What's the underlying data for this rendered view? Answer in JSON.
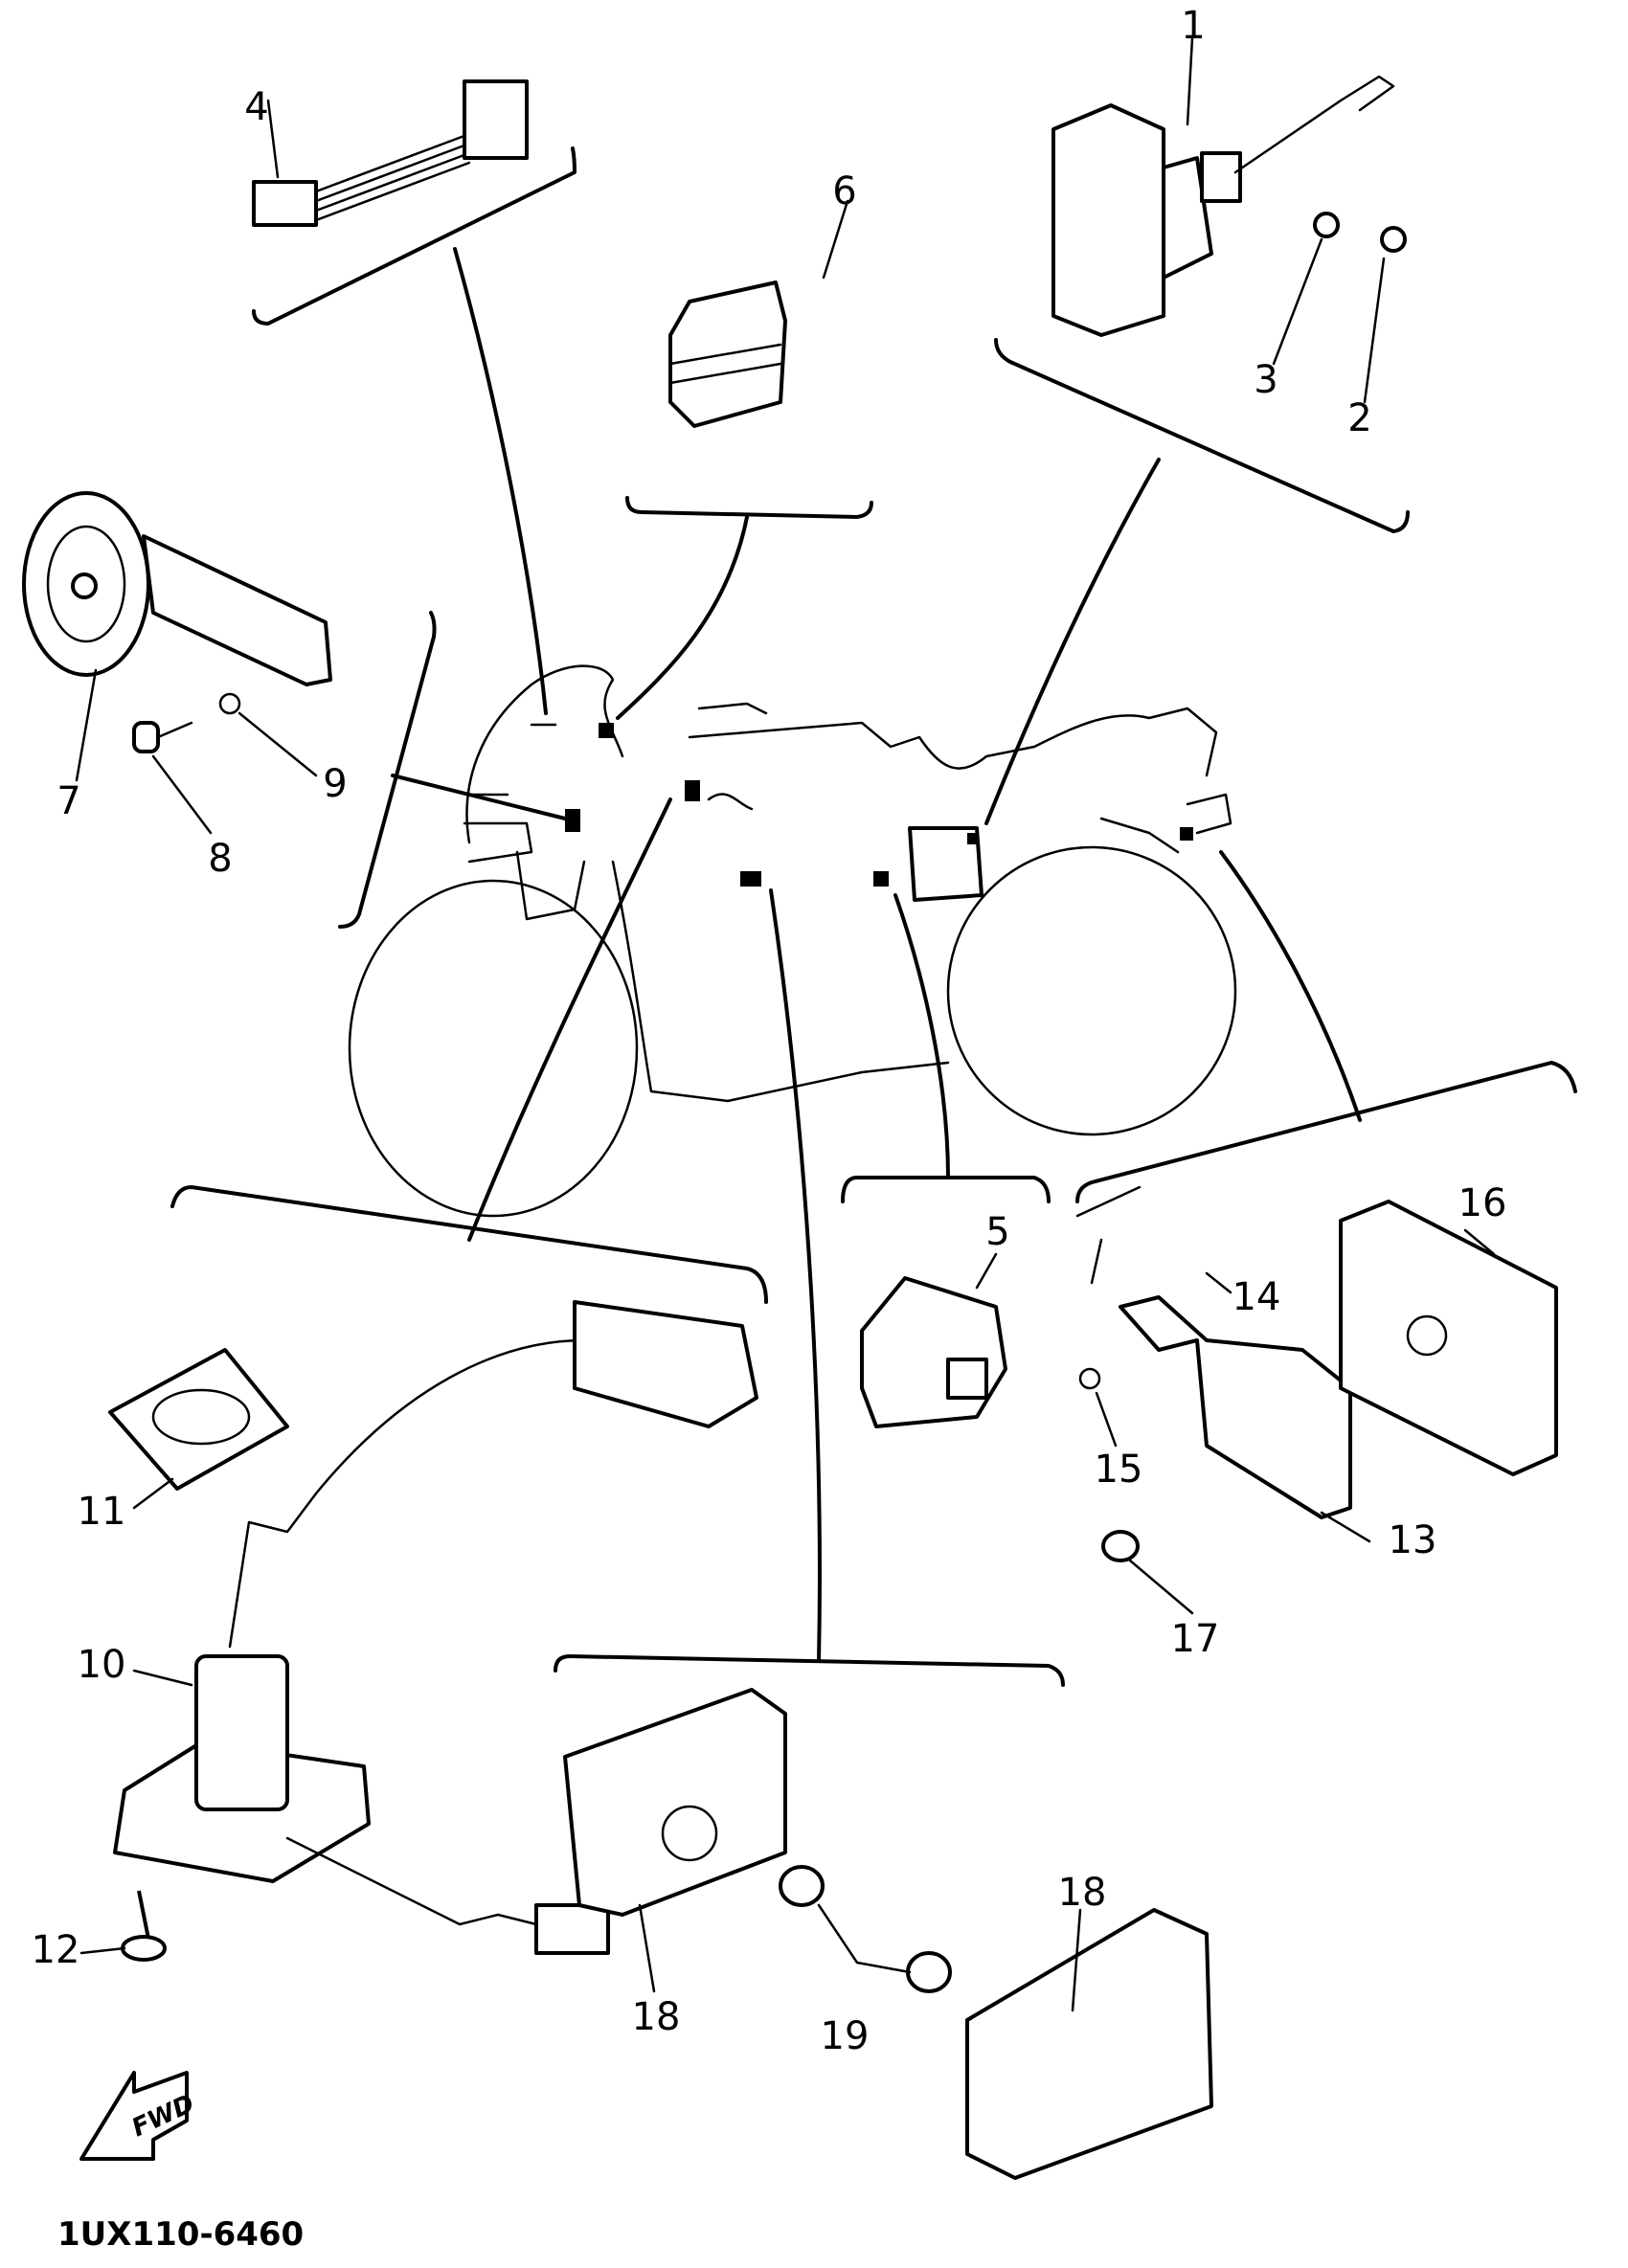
{
  "diagram": {
    "callouts": [
      "1",
      "2",
      "3",
      "4",
      "5",
      "6",
      "7",
      "8",
      "9",
      "10",
      "11",
      "12",
      "13",
      "14",
      "15",
      "16",
      "17",
      "18",
      "18",
      "19"
    ],
    "direction_arrow": "FWD",
    "drawing_code": "1UX110-6460"
  }
}
